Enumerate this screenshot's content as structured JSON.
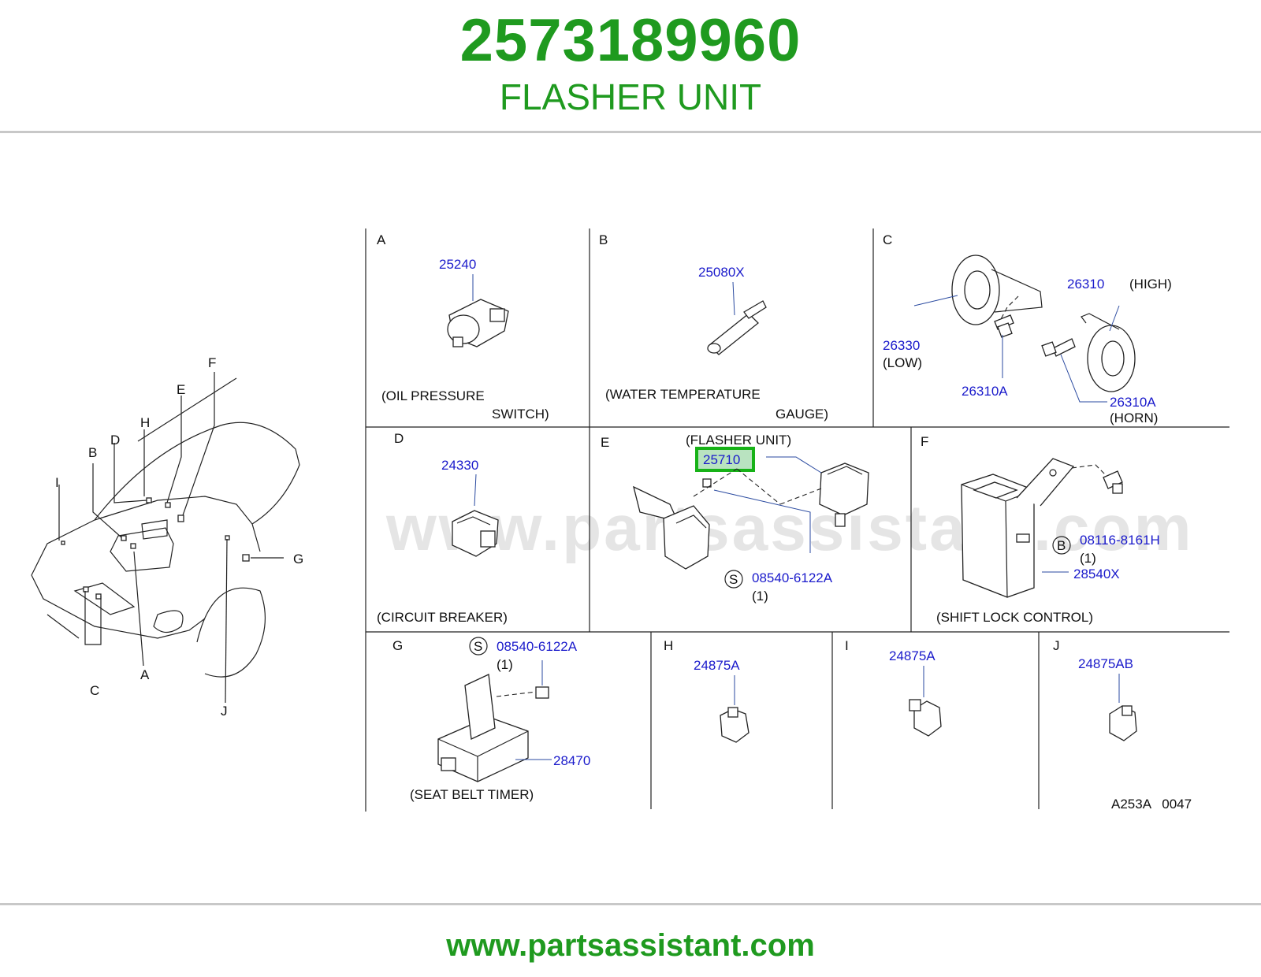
{
  "header": {
    "part_number": "2573189960",
    "part_name": "FLASHER UNIT"
  },
  "footer": {
    "url": "www.partsassistant.com"
  },
  "diagram": {
    "watermark": "www.partsassistant.com",
    "drawing_code": "A253A   0047",
    "overview_letters": [
      "A",
      "B",
      "C",
      "D",
      "E",
      "F",
      "G",
      "H",
      "I",
      "J"
    ],
    "panels": {
      "A": {
        "letter": "A",
        "parts": [
          "25240"
        ],
        "caption_1": "(OIL   PRESSURE",
        "caption_2": "SWITCH)"
      },
      "B": {
        "letter": "B",
        "parts": [
          "25080X"
        ],
        "caption_1": "(WATER   TEMPERATURE",
        "caption_2": "GAUGE)"
      },
      "C": {
        "letter": "C",
        "parts": [
          "26310",
          "26330",
          "26310A",
          "26310A"
        ],
        "notes": [
          "(HIGH)",
          "(LOW)",
          "(HORN)"
        ]
      },
      "D": {
        "letter": "D",
        "parts": [
          "24330"
        ],
        "caption_1": "(CIRCUIT   BREAKER)"
      },
      "E": {
        "letter": "E",
        "parts": [
          "25710",
          "08540-6122A"
        ],
        "caption_1": "(FLASHER   UNIT)",
        "symbol": "S",
        "qty": "(1)"
      },
      "F": {
        "letter": "F",
        "parts": [
          "08116-8161H",
          "28540X"
        ],
        "caption_1": "(SHIFT   LOCK   CONTROL)",
        "symbol": "B",
        "qty": "(1)"
      },
      "G": {
        "letter": "G",
        "parts": [
          "08540-6122A",
          "28470"
        ],
        "caption_1": "(SEAT   BELT   TIMER)",
        "symbol": "S",
        "qty": "(1)"
      },
      "H": {
        "letter": "H",
        "parts": [
          "24875A"
        ]
      },
      "I": {
        "letter": "I",
        "parts": [
          "24875A"
        ]
      },
      "J": {
        "letter": "J",
        "parts": [
          "24875AB"
        ]
      }
    }
  },
  "colors": {
    "brand_green": "#1f9a1f",
    "part_ref_blue": "#1a1acb",
    "highlight_green": "#17b217",
    "highlight_fill": "#b9e3c0"
  }
}
